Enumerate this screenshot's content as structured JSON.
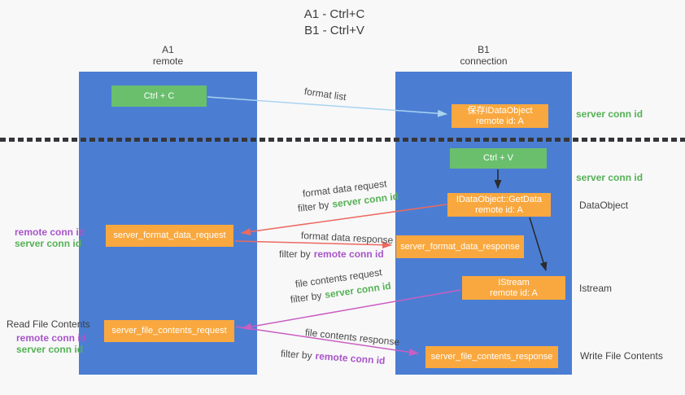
{
  "title": {
    "line1": "A1 - Ctrl+C",
    "line2": "B1 - Ctrl+V"
  },
  "lifelines": {
    "a": {
      "id": "A1",
      "role": "remote"
    },
    "b": {
      "id": "B1",
      "role": "connection"
    }
  },
  "nodes": {
    "ctrl_c": {
      "label": "Ctrl + C"
    },
    "ctrl_v": {
      "label": "Ctrl + V"
    },
    "save_idataobject": {
      "line1": "保存IDataObject",
      "line2": "remote id: A"
    },
    "getdata": {
      "line1": "IDataObject::GetData",
      "line2": "remote id: A"
    },
    "istream": {
      "line1": "IStream",
      "line2": "remote id: A"
    },
    "format_request": {
      "label": "server_format_data_request"
    },
    "format_response": {
      "label": "server_format_data_response"
    },
    "file_request": {
      "label": "server_file_contents_request"
    },
    "file_response": {
      "label": "server_file_contents_response"
    }
  },
  "arrows": {
    "format_list": {
      "label": "format list"
    },
    "format_data_request": {
      "label": "format data request",
      "filter_prefix": "filter by",
      "filter_id": "server conn id"
    },
    "format_data_response": {
      "label": "format data response",
      "filter_prefix": "filter by",
      "filter_id": "remote conn id"
    },
    "file_contents_request": {
      "label": "file contents request",
      "filter_prefix": "filter by",
      "filter_id": "server conn id"
    },
    "file_contents_response": {
      "label": "file contents response",
      "filter_prefix": "filter by",
      "filter_id": "remote conn id"
    }
  },
  "right_labels": {
    "server_conn_id_top": "server conn id",
    "server_conn_id_mid": "server conn id",
    "dataobject": "DataObject",
    "istream": "Istream",
    "write_file_contents": "Write File Contents"
  },
  "left_labels": {
    "format_remote_conn_id": "remote conn id",
    "format_server_conn_id": "server conn id",
    "read_file_contents": "Read File Contents",
    "file_remote_conn_id": "remote conn id",
    "file_server_conn_id": "server conn id"
  },
  "colors": {
    "lifeline_blue": "#4b7ed3",
    "node_orange": "#f9a83f",
    "button_green": "#6abf6d",
    "id_green": "#55b155",
    "id_purple": "#a855c8",
    "request_red": "#ec6a60",
    "response_magenta": "#ca5ec1",
    "format_list_blue": "#a9d3f0",
    "arrow_black": "#2b2b2b"
  }
}
